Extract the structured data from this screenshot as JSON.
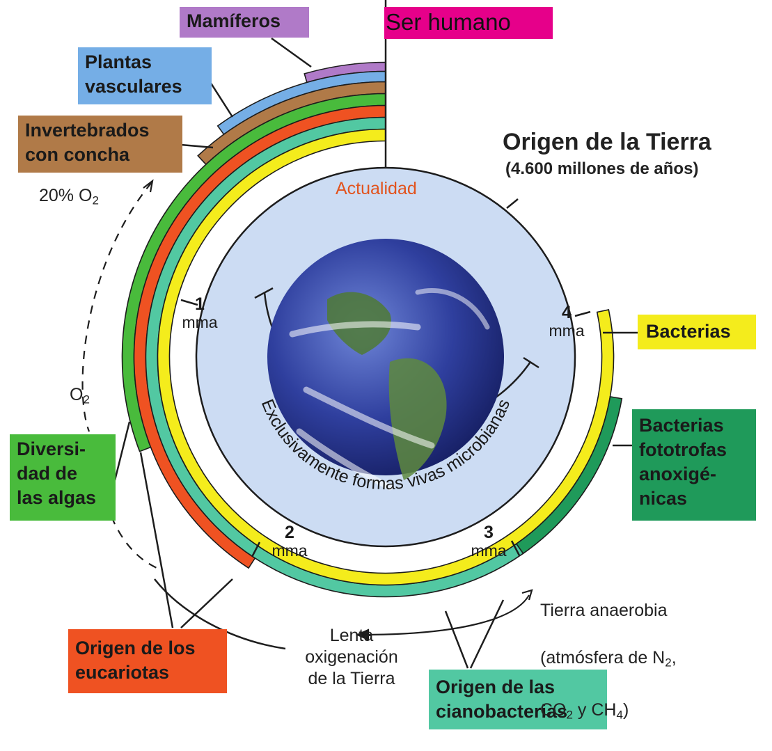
{
  "colors": {
    "mamiferos": "#b07ac8",
    "plantas": "#75aee6",
    "invertebrados": "#b07a48",
    "algas": "#49bb3c",
    "eucariotas": "#ef5222",
    "cianobacterias": "#52c8a2",
    "bacterias": "#f4ec1c",
    "fototrofas": "#1f9a5a",
    "ser_humano": "#e6008a",
    "earth_disc": "#ccdcf3",
    "actualidad_text": "#e2531d"
  },
  "title": {
    "main": "Origen de la Tierra",
    "sub": "(4.600 millones de años)"
  },
  "labels": {
    "ser_humano": "Ser humano",
    "mamiferos": "Mamíferos",
    "plantas": "Plantas\nvasculares",
    "invertebrados": "Invertebrados\ncon concha",
    "algas": "Diversi-\ndad de\nlas algas",
    "eucariotas": "Origen de los\neucariotas",
    "cianobacterias": "Origen de las\ncianobacterias",
    "bacterias": "Bacterias",
    "fototrofas": "Bacterias\nfototrofas\nanoxigé-\nnicas"
  },
  "center": {
    "actualidad": "Actualidad",
    "microbial": "Exclusivamente formas vivas microbianas"
  },
  "ticks": [
    {
      "number": "1",
      "unit": "mma"
    },
    {
      "number": "2",
      "unit": "mma"
    },
    {
      "number": "3",
      "unit": "mma"
    },
    {
      "number": "4",
      "unit": "mma"
    }
  ],
  "oxygen": {
    "o2_20": "20% O",
    "o2_20_sub": "2",
    "o2": "O",
    "o2_sub": "2"
  },
  "lenta": "Lenta\noxigenación\nde la Tierra",
  "anaerobia": {
    "line1": "Tierra anaerobia",
    "line2": "(atmósfera de N",
    "line2_sub": "2",
    "line2_end": ",",
    "line3a": "CO",
    "line3a_sub": "2",
    "line3b": " y CH",
    "line3b_sub": "4",
    "line3_end": ")"
  }
}
